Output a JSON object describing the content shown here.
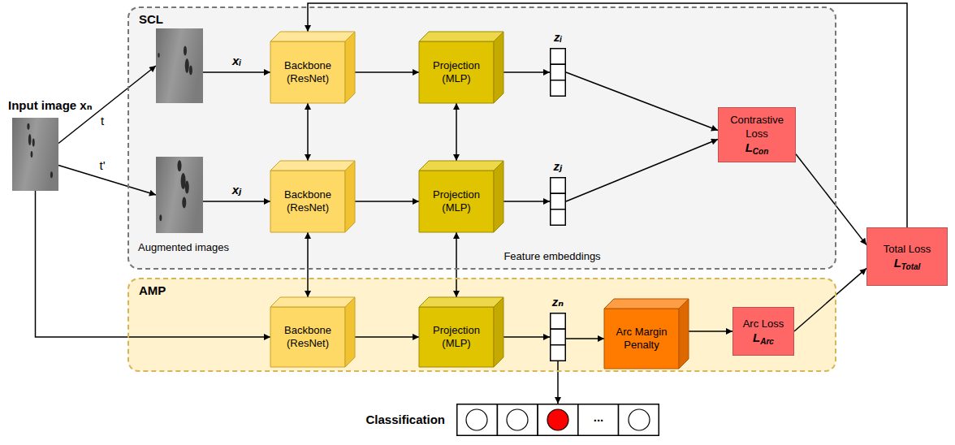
{
  "diagram": {
    "nodes": [
      {
        "text": [
          "Input image xₙ"
        ]
      },
      {
        "text": [
          "SCL"
        ]
      },
      {
        "text": [],
        "in": 1
      },
      {
        "text": [
          "Backbone (ResNet)"
        ],
        "in": 1
      },
      {
        "text": [
          "Projection (MLP)"
        ],
        "in": 1
      },
      {
        "text": [
          "zᵢ"
        ],
        "in": 1
      },
      {
        "text": [
          "Augmented images"
        ],
        "in": 1
      },
      {
        "text": [
          "Backbone (ResNet)"
        ],
        "in": 1
      },
      {
        "text": [
          "Projection (MLP)"
        ],
        "in": 1
      },
      {
        "text": [
          "zⱼ"
        ],
        "in": 1
      },
      {
        "text": [
          "Contrastive Loss",
          "L",
          "Con"
        ],
        "in": 1
      },
      {
        "text": [
          "Total Loss",
          "L",
          "Total"
        ]
      },
      {
        "text": [
          "AMP"
        ]
      },
      {
        "text": [
          "Backbone (ResNet)"
        ],
        "in": 12
      },
      {
        "text": [
          "Projection (MLP)"
        ],
        "in": 12
      },
      {
        "text": [
          "zₙ"
        ],
        "in": 12
      },
      {
        "text": [
          "Arc Margin Penalty"
        ],
        "in": 12
      },
      {
        "text": [
          "Arc Loss",
          "L",
          "Arc"
        ],
        "in": 12
      },
      {
        "text": [
          "Classification"
        ]
      }
    ],
    "edges": [
      {
        "from": 0,
        "to": 2,
        "label": "t",
        "arrow": "to"
      },
      {
        "from": 0,
        "to": 6,
        "label": "t'",
        "arrow": "to"
      },
      {
        "from": 2,
        "to": 3,
        "label": "xᵢ",
        "arrow": "to"
      },
      {
        "from": 6,
        "to": 7,
        "label": "xⱼ",
        "arrow": "to"
      },
      {
        "from": 3,
        "to": 4,
        "arrow": "to"
      },
      {
        "from": 7,
        "to": 8,
        "arrow": "to"
      },
      {
        "from": 13,
        "to": 14,
        "arrow": "to"
      },
      {
        "from": 4,
        "to": 5,
        "arrow": "to"
      },
      {
        "from": 8,
        "to": 9,
        "arrow": "to"
      },
      {
        "from": 14,
        "to": 15,
        "arrow": "to"
      },
      {
        "from": 5,
        "to": 10,
        "arrow": "to"
      },
      {
        "from": 9,
        "to": 10,
        "arrow": "to"
      },
      {
        "from": 0,
        "to": 13,
        "arrow": "to"
      },
      {
        "from": 3,
        "to": 7,
        "arrow": "both"
      },
      {
        "from": 7,
        "to": 13,
        "arrow": "both"
      },
      {
        "from": 4,
        "to": 8,
        "arrow": "both"
      },
      {
        "from": 8,
        "to": 14,
        "arrow": "both"
      },
      {
        "from": 15,
        "to": 16,
        "arrow": "to"
      },
      {
        "from": 16,
        "to": 17,
        "arrow": "to"
      },
      {
        "from": 10,
        "to": 11,
        "arrow": "to"
      },
      {
        "from": 17,
        "to": 11,
        "arrow": "to"
      },
      {
        "from": 11,
        "to": 3,
        "arrow": "to"
      },
      {
        "from": 15,
        "to": 18,
        "arrow": "to"
      }
    ],
    "labels": [
      "Feature embeddings",
      "..."
    ]
  }
}
